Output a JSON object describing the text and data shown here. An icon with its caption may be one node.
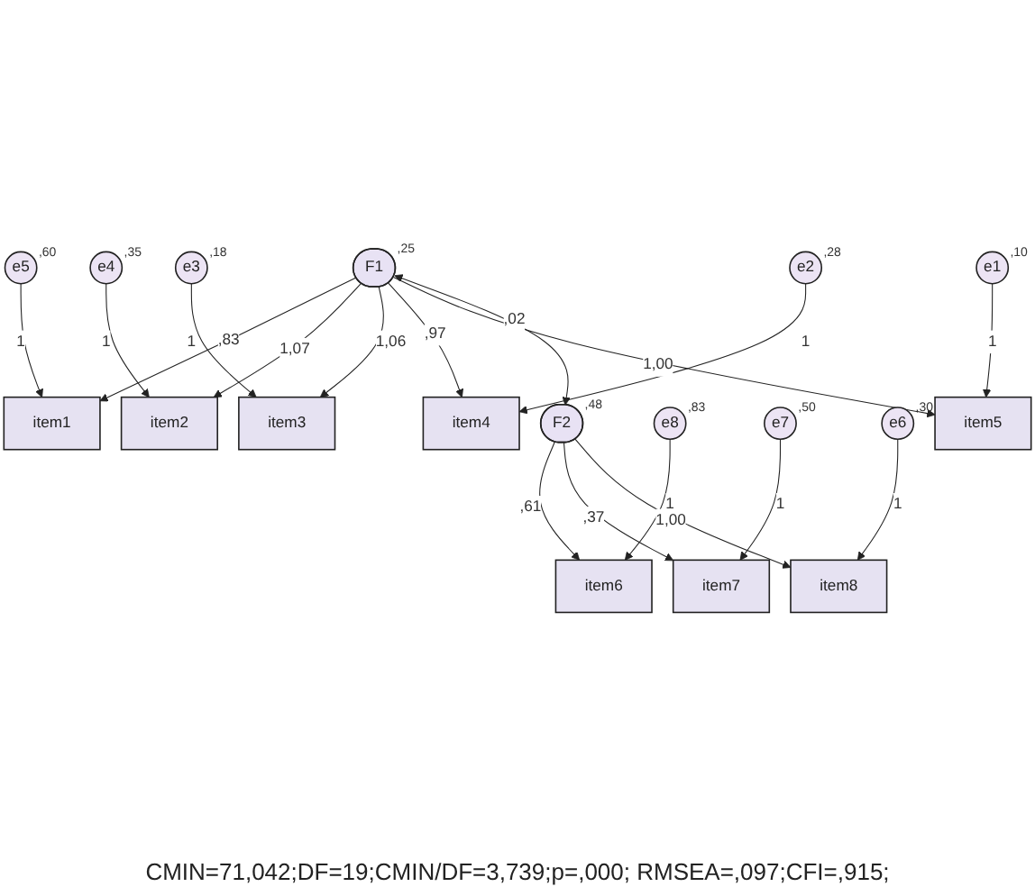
{
  "diagram": {
    "caption": "CMIN=71,042;DF=19;CMIN/DF=3,739;p=,000; RMSEA=,097;CFI=,915;",
    "nodes": [
      {
        "text": [
          "e5"
        ],
        "beside": [
          ",60"
        ]
      },
      {
        "text": [
          "e4"
        ],
        "beside": [
          ",35"
        ]
      },
      {
        "text": [
          "e3"
        ],
        "beside": [
          ",18"
        ]
      },
      {
        "text": [
          "e2"
        ],
        "beside": [
          ",28"
        ]
      },
      {
        "text": [
          "e1"
        ],
        "beside": [
          ",10"
        ]
      },
      {
        "text": [
          "item1"
        ]
      },
      {
        "text": [
          "item2"
        ]
      },
      {
        "text": [
          "item3"
        ]
      },
      {
        "text": [
          "item4"
        ]
      },
      {
        "text": [
          "item5"
        ]
      },
      {
        "text": [
          "F1"
        ],
        "beside": [
          ",25"
        ]
      },
      {
        "text": [
          "e8"
        ],
        "beside": [
          ",83"
        ]
      },
      {
        "text": [
          "e7"
        ],
        "beside": [
          ",50"
        ]
      },
      {
        "text": [
          "e6"
        ],
        "beside": [
          ",30"
        ]
      },
      {
        "text": [
          "item6"
        ]
      },
      {
        "text": [
          "item7"
        ]
      },
      {
        "text": [
          "item8"
        ]
      },
      {
        "text": [
          "F2"
        ],
        "beside": [
          ",48"
        ]
      }
    ],
    "edges": [
      {
        "from": 0,
        "to": 5,
        "arrow": "to",
        "label": "1"
      },
      {
        "from": 1,
        "to": 6,
        "arrow": "to",
        "label": "1"
      },
      {
        "from": 2,
        "to": 7,
        "arrow": "to",
        "label": "1"
      },
      {
        "from": 3,
        "to": 8,
        "arrow": "to",
        "label": "1"
      },
      {
        "from": 4,
        "to": 9,
        "arrow": "to",
        "label": "1"
      },
      {
        "from": 10,
        "to": 5,
        "arrow": "to",
        "label": ",83"
      },
      {
        "from": 10,
        "to": 6,
        "arrow": "to",
        "label": "1,07"
      },
      {
        "from": 10,
        "to": 7,
        "arrow": "to",
        "label": "1,06"
      },
      {
        "from": 10,
        "to": 8,
        "arrow": "to",
        "label": ",97"
      },
      {
        "from": 10,
        "to": 9,
        "arrow": "to",
        "label": "1,00"
      },
      {
        "from": 10,
        "to": 17,
        "arrow": "both",
        "label": ",02"
      },
      {
        "from": 11,
        "to": 14,
        "arrow": "to",
        "label": "1"
      },
      {
        "from": 12,
        "to": 15,
        "arrow": "to",
        "label": "1"
      },
      {
        "from": 13,
        "to": 16,
        "arrow": "to",
        "label": "1"
      },
      {
        "from": 17,
        "to": 14,
        "arrow": "to",
        "label": ",61"
      },
      {
        "from": 17,
        "to": 15,
        "arrow": "to",
        "label": ",37"
      },
      {
        "from": 17,
        "to": 16,
        "arrow": "to",
        "label": "1,00"
      }
    ]
  }
}
